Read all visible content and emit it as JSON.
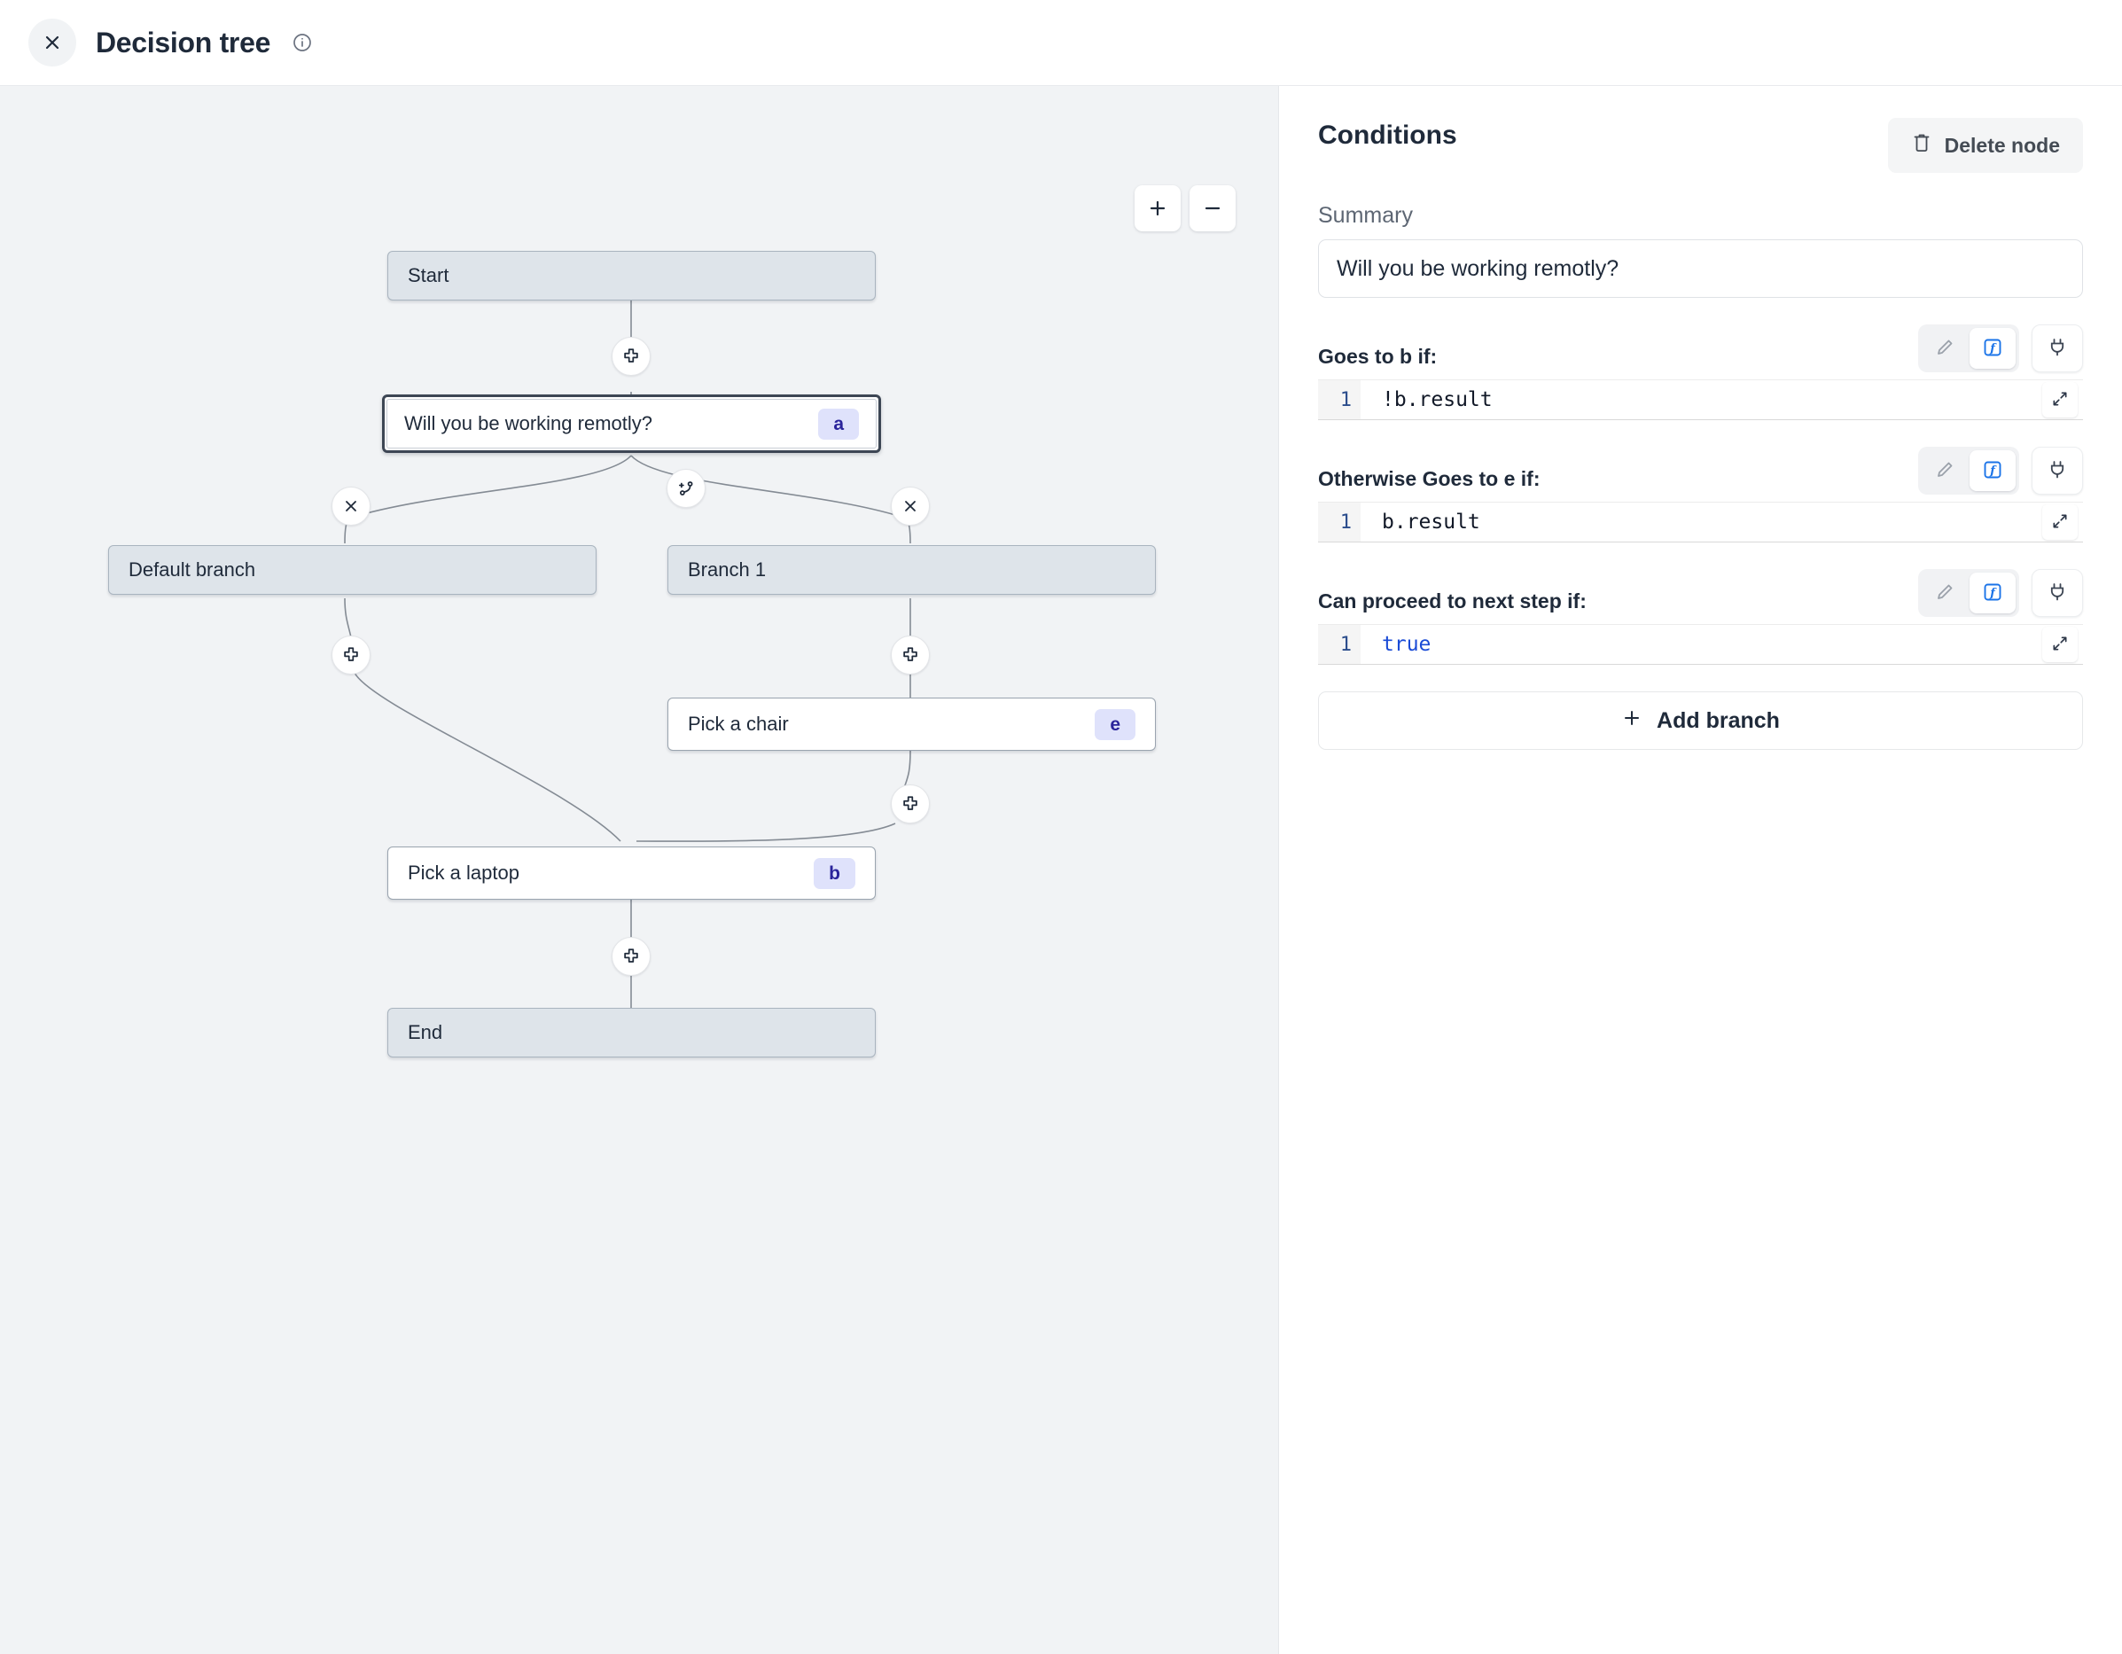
{
  "header": {
    "title": "Decision tree",
    "close_icon": "close-icon",
    "info_icon": "info-icon"
  },
  "canvas": {
    "zoom_in_label": "+",
    "zoom_out_label": "−",
    "nodes": [
      {
        "id": "start",
        "label": "Start",
        "badge": "",
        "type": "system"
      },
      {
        "id": "a",
        "label": "Will you be working remotly?",
        "badge": "a",
        "type": "selected"
      },
      {
        "id": "def",
        "label": "Default branch",
        "badge": "",
        "type": "system"
      },
      {
        "id": "br1",
        "label": "Branch 1",
        "badge": "",
        "type": "system"
      },
      {
        "id": "e",
        "label": "Pick a chair",
        "badge": "e",
        "type": "step"
      },
      {
        "id": "b",
        "label": "Pick a laptop",
        "badge": "b",
        "type": "step"
      },
      {
        "id": "end",
        "label": "End",
        "badge": "",
        "type": "system"
      }
    ],
    "handles": [
      {
        "id": "h-start-a",
        "icon": "add-node-icon"
      },
      {
        "id": "h-branch",
        "icon": "add-branch-icon"
      },
      {
        "id": "h-del-left",
        "icon": "remove-branch-icon"
      },
      {
        "id": "h-del-right",
        "icon": "remove-branch-icon"
      },
      {
        "id": "h-def-b",
        "icon": "add-node-icon"
      },
      {
        "id": "h-br1-e",
        "icon": "add-node-icon"
      },
      {
        "id": "h-e-b",
        "icon": "add-node-icon"
      },
      {
        "id": "h-b-end",
        "icon": "add-node-icon"
      }
    ]
  },
  "panel": {
    "title": "Conditions",
    "delete_label": "Delete node",
    "delete_icon": "trash-icon",
    "summary_label": "Summary",
    "summary_value": "Will you be working remotly?",
    "summary_placeholder": "Summary",
    "conditions": [
      {
        "label": "Goes to b if:",
        "line_no": "1",
        "code": "!b.result",
        "code_kind": "plain",
        "mode": "function",
        "pencil_icon": "pencil-icon",
        "function_icon": "function-icon",
        "plug_icon": "plug-icon",
        "expand_icon": "expand-icon"
      },
      {
        "label": "Otherwise Goes to e if:",
        "line_no": "1",
        "code": "b.result",
        "code_kind": "plain",
        "mode": "function",
        "pencil_icon": "pencil-icon",
        "function_icon": "function-icon",
        "plug_icon": "plug-icon",
        "expand_icon": "expand-icon"
      },
      {
        "label": "Can proceed to next step if:",
        "line_no": "1",
        "code": "true",
        "code_kind": "keyword",
        "mode": "function",
        "pencil_icon": "pencil-icon",
        "function_icon": "function-icon",
        "plug_icon": "plug-icon",
        "expand_icon": "expand-icon"
      }
    ],
    "add_branch_label": "Add branch",
    "add_branch_icon": "plus-icon"
  },
  "colors": {
    "canvas_bg": "#f1f3f5",
    "system_node_bg": "#dee4ea",
    "badge_bg": "#dfe2fb",
    "badge_fg": "#2a249b",
    "accent_blue": "#1a73e8",
    "text": "#1f2a3a"
  }
}
